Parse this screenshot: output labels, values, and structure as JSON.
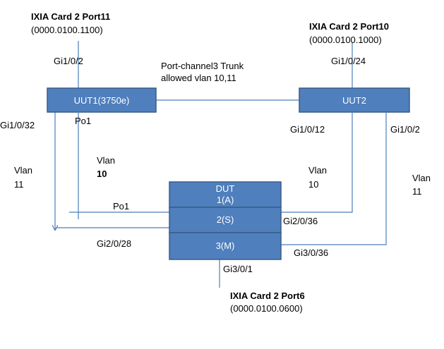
{
  "nodes": {
    "uut1": {
      "label": "UUT1(3750e)"
    },
    "uut2": {
      "label": "UUT2"
    },
    "dut": {
      "title": "DUT",
      "sections": [
        "1(A)",
        "2(S)",
        "3(M)"
      ]
    }
  },
  "ixia": {
    "port11": {
      "name": "IXIA Card 2 Port11",
      "mac": "(0000.0100.1100)"
    },
    "port10": {
      "name": "IXIA Card 2 Port10",
      "mac": "(0000.0100.1000)"
    },
    "port6": {
      "name": "IXIA Card 2 Port6",
      "mac": "(0000.0100.0600)"
    }
  },
  "links": {
    "uut1_ixia_port": "Gi1/0/2",
    "uut2_ixia_port": "Gi1/0/24",
    "trunk_line1": "Port-channel3 Trunk",
    "trunk_line2": "allowed vlan 10,11",
    "uut1_po": "Po1",
    "uut1_left_port": "Gi1/0/32",
    "uut2_port_a": "Gi1/0/12",
    "uut2_port_b": "Gi1/0/2",
    "vlan10_left_a": "Vlan",
    "vlan10_left_b": "10",
    "vlan11_left_a": "Vlan",
    "vlan11_left_b": "11",
    "vlan10_right_a": "Vlan",
    "vlan10_right_b": "10",
    "vlan11_right_a": "Vlan",
    "vlan11_right_b": "11",
    "dut_po": "Po1",
    "dut_gi2_28": "Gi2/0/28",
    "dut_gi2_36": "Gi2/0/36",
    "dut_gi3_36": "Gi3/0/36",
    "dut_gi3_1": "Gi3/0/1"
  },
  "colors": {
    "box_fill": "#4f7fbd",
    "box_stroke": "#385d8a",
    "wire": "#4a7ebb"
  }
}
